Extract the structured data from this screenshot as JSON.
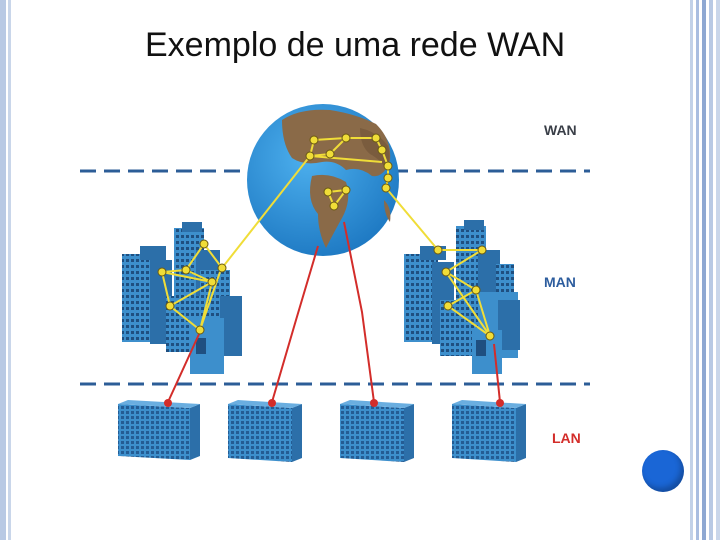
{
  "slide": {
    "title": "Exemplo de uma rede WAN"
  },
  "diagram": {
    "levels": [
      {
        "label": "WAN",
        "color": "#3a3f48"
      },
      {
        "label": "MAN",
        "color": "#2d5d9e"
      },
      {
        "label": "LAN",
        "color": "#d32d2a"
      }
    ],
    "divider_color": "#2c5d97",
    "link_colors": {
      "wan_link": "#f0dd38",
      "lan_link": "#d32d2a"
    },
    "globe_colors": {
      "ocean": "#2a8fd6",
      "land": "#8a6a48"
    },
    "building_colors": {
      "front": "#3d8fcc",
      "side": "#2c6fa9",
      "windows": "#1f4f80"
    }
  },
  "navigation": {
    "button_icon": "blue-circle",
    "button_color": "#1a66d6"
  },
  "frame": {
    "border_colors": [
      "#b8c9e4",
      "#8fa8d2"
    ]
  }
}
